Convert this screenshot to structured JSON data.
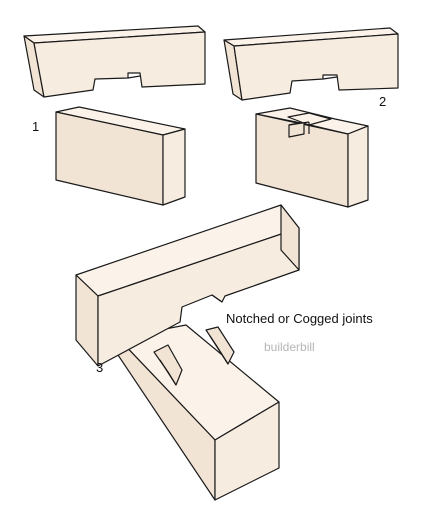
{
  "labels": {
    "fig1": "1",
    "fig2": "2",
    "fig3": "3",
    "caption": "Notched or Cogged joints",
    "credit": "builderbill"
  },
  "colors": {
    "wood": "#f7ece0",
    "outline": "#1a1a1a",
    "credit": "#b5b5b5"
  }
}
